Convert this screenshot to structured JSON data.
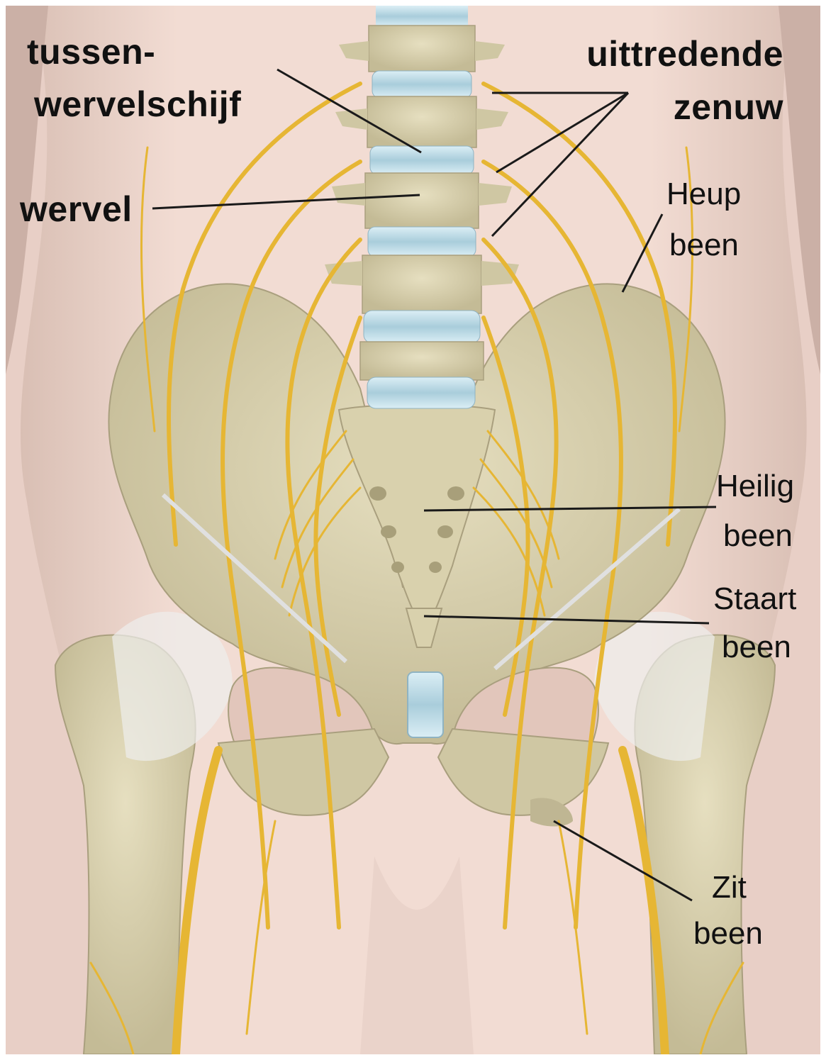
{
  "labels": {
    "disc_line1": "tussen-",
    "disc_line2": "wervelschijf",
    "vertebra": "wervel",
    "nerve_line1": "uittredende",
    "nerve_line2": "zenuw",
    "ilium_line1": "Heup",
    "ilium_line2": "been",
    "sacrum_line1": "Heilig",
    "sacrum_line2": "been",
    "coccyx_line1": "Staart",
    "coccyx_line2": "been",
    "ischium_line1": "Zit",
    "ischium_line2": "been"
  },
  "colors": {
    "background": "#e9d1c8",
    "skin_light": "#f2ddd4",
    "bone": "#d9d2b0",
    "bone_shadow": "#b9b08c",
    "disc": "#b9d6e2",
    "nerve": "#e6b634",
    "leader": "#1a1a1a"
  }
}
